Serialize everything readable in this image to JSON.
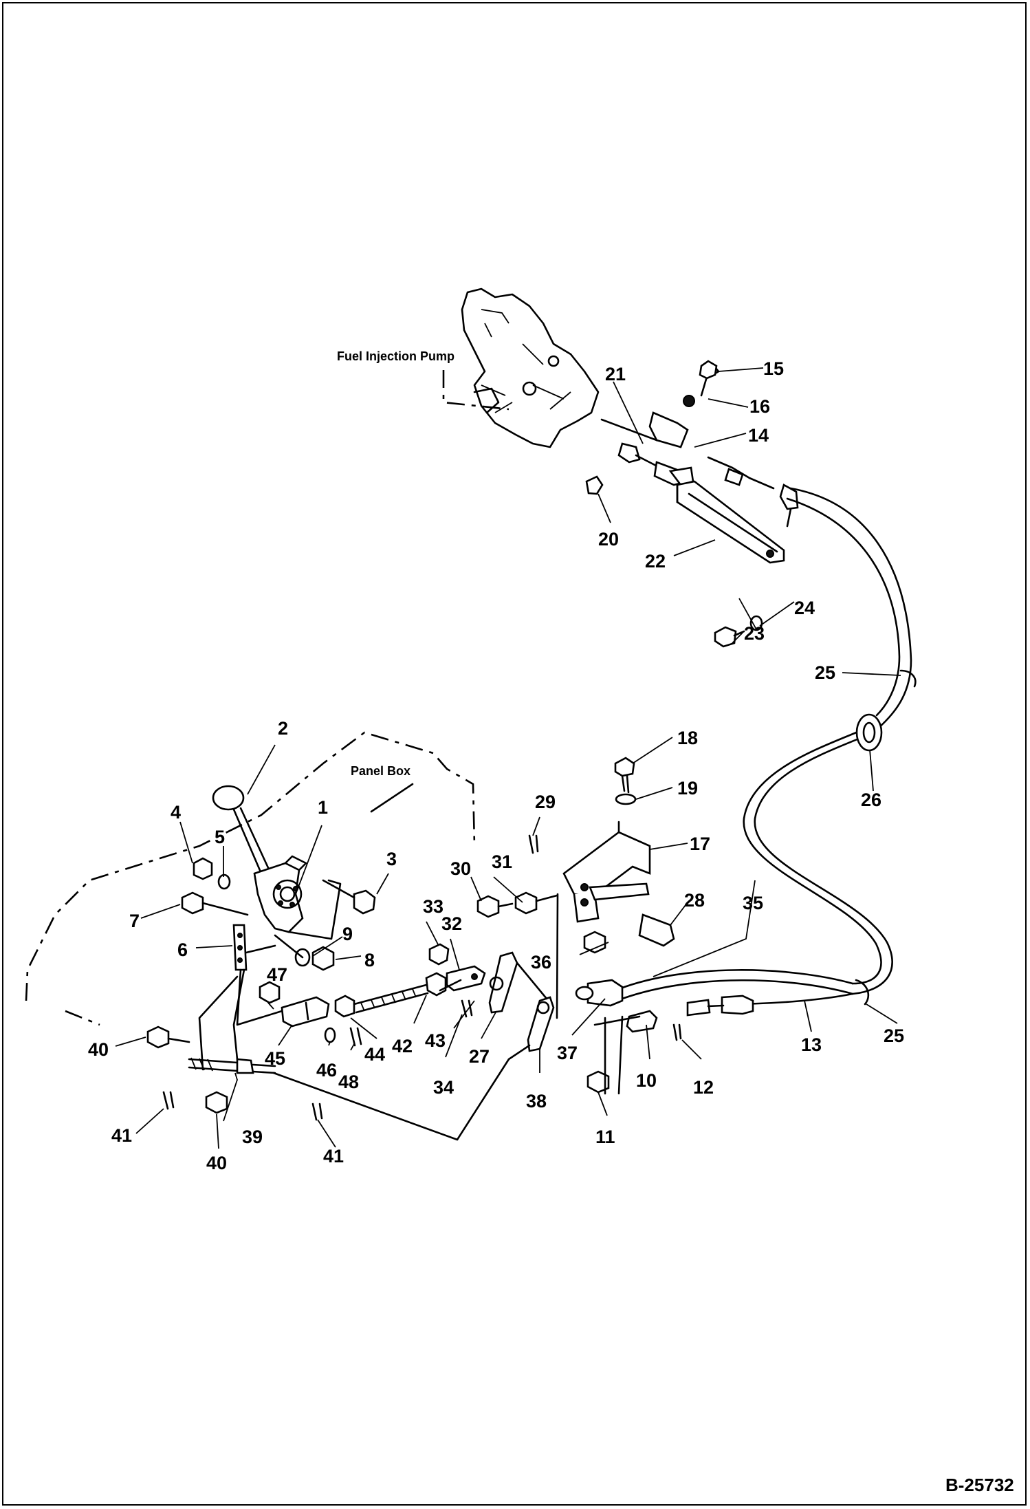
{
  "captions": {
    "fuel_injection_pump": "Fuel Injection Pump",
    "panel_box": "Panel Box"
  },
  "doc_id": "B-25732",
  "callouts": {
    "c1": "1",
    "c2": "2",
    "c3": "3",
    "c4": "4",
    "c5": "5",
    "c6": "6",
    "c7": "7",
    "c8": "8",
    "c9": "9",
    "c10": "10",
    "c11": "11",
    "c12": "12",
    "c13": "13",
    "c14": "14",
    "c15": "15",
    "c16": "16",
    "c17": "17",
    "c18": "18",
    "c19": "19",
    "c20": "20",
    "c21": "21",
    "c22": "22",
    "c23": "23",
    "c24": "24",
    "c25a": "25",
    "c25b": "25",
    "c26": "26",
    "c27": "27",
    "c28": "28",
    "c29": "29",
    "c30": "30",
    "c31": "31",
    "c32": "32",
    "c33": "33",
    "c34": "34",
    "c35": "35",
    "c36": "36",
    "c37": "37",
    "c38": "38",
    "c39": "39",
    "c40a": "40",
    "c40b": "40",
    "c41a": "41",
    "c41b": "41",
    "c42": "42",
    "c43": "43",
    "c44": "44",
    "c45": "45",
    "c46": "46",
    "c47": "47",
    "c48": "48"
  }
}
